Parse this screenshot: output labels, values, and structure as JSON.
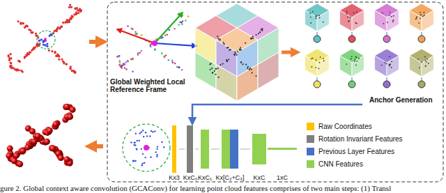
{
  "diagram": {
    "caption": "gure 2. Global context aware convolution (GCAConv) for learning point cloud features comprises of two main steps: (1) Transl",
    "labels": [
      "Global Weighted Local Reference Frame",
      "Anchor Generation",
      "Kx3",
      "KxC₀",
      "KxC₁",
      "Kx[C₂+C₃]",
      "KxC",
      "1xC"
    ],
    "legend": [
      {
        "text": "Raw Coordinates",
        "color": "#ffc000"
      },
      {
        "text": "Rotation Invariant Features",
        "color": "#7f7f7f"
      },
      {
        "text": "Previous Layer Features",
        "color": "#4472c4"
      },
      {
        "text": "CNN Features",
        "color": "#92d050"
      }
    ]
  }
}
